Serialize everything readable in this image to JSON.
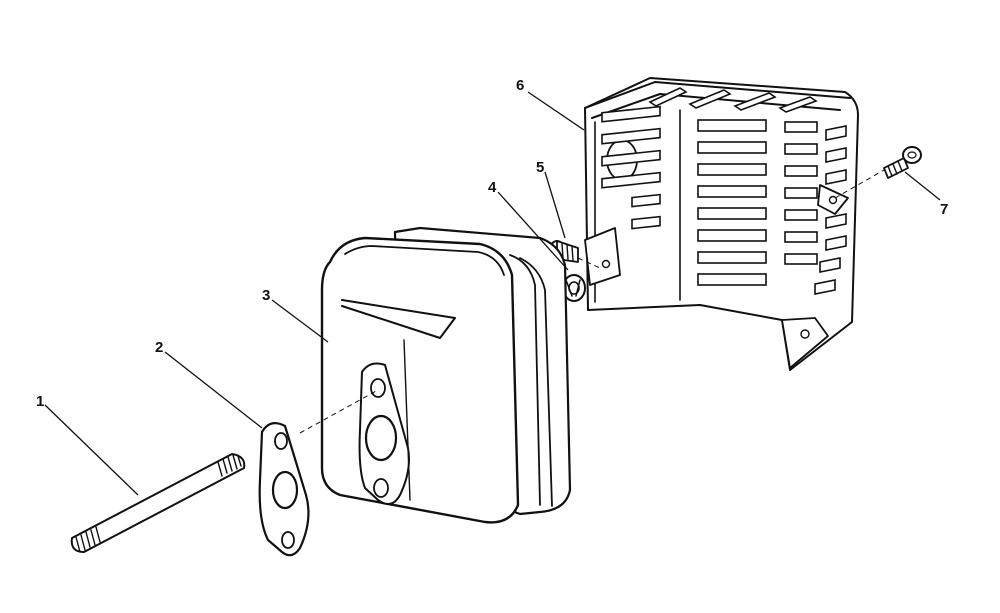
{
  "diagram": {
    "callouts": [
      {
        "id": "1",
        "label": "1"
      },
      {
        "id": "2",
        "label": "2"
      },
      {
        "id": "3",
        "label": "3"
      },
      {
        "id": "4",
        "label": "4"
      },
      {
        "id": "5",
        "label": "5"
      },
      {
        "id": "6",
        "label": "6"
      },
      {
        "id": "7",
        "label": "7"
      }
    ],
    "parts": [
      {
        "callout": "1",
        "name": "stud"
      },
      {
        "callout": "2",
        "name": "gasket"
      },
      {
        "callout": "3",
        "name": "muffler"
      },
      {
        "callout": "4",
        "name": "washer"
      },
      {
        "callout": "5",
        "name": "screw"
      },
      {
        "callout": "6",
        "name": "muffler-guard"
      },
      {
        "callout": "7",
        "name": "screw"
      }
    ]
  }
}
